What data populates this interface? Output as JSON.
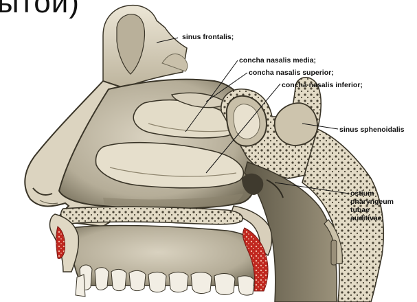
{
  "heading": "ытой)",
  "labels": {
    "sinus_frontalis": "sinus frontalis;",
    "concha_media": "concha nasalis media;",
    "concha_superior": "concha nasalis superior;",
    "concha_inferior": "concha nasalis inferior;",
    "sinus_sphenoidalis": "sinus sphenoidalis",
    "ostium": [
      "ostium",
      "pharyngeum",
      "tubae",
      "auditivae."
    ]
  },
  "colors": {
    "bone": "#e6dfcd",
    "bone_dark": "#a89f88",
    "cavity": "#cfc7b4",
    "shadow": "#6e6856",
    "marrow_red": "#c0271f",
    "soft_tissue": "#d8cfbb",
    "outline": "#3a3528"
  }
}
